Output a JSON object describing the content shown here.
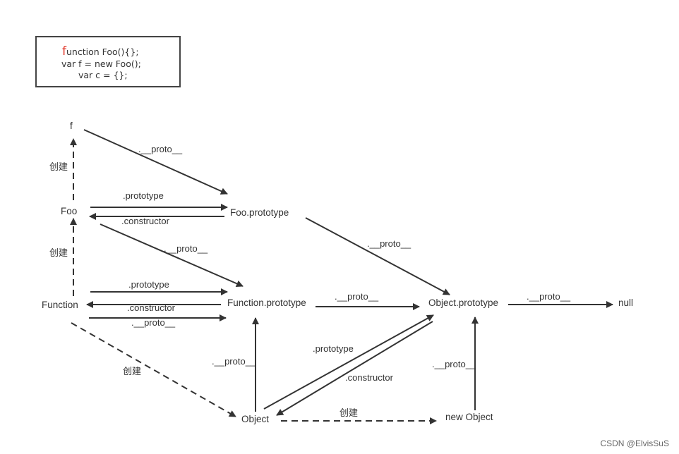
{
  "code": {
    "line1_first": "f",
    "line1_rest": "unction Foo(){};",
    "line2": "var f = new Foo();",
    "line3": "var c = {};"
  },
  "nodes": {
    "f": "f",
    "foo": "Foo",
    "function": "Function",
    "foo_prototype": "Foo.prototype",
    "function_prototype": "Function.prototype",
    "object_prototype": "Object.prototype",
    "null": "null",
    "object": "Object",
    "new_object": "new Object"
  },
  "edges": {
    "f_foo_proto": ".__proto__",
    "foo_prototype": ".prototype",
    "foo_constructor": ".constructor",
    "foo_proto": ".__proto__",
    "function_prototype": ".prototype",
    "function_constructor": ".constructor",
    "function_proto": ".__proto__",
    "fooproto_objproto": ".__proto__",
    "funcproto_objproto": ".__proto__",
    "objproto_null": ".__proto__",
    "object_funcproto": ".__proto__",
    "object_prototype": ".prototype",
    "object_constructor": ".constructor",
    "newobj_objproto": ".__proto__",
    "create_f": "创建",
    "create_foo": "创建",
    "create_object": "创建",
    "create_newobj": "创建"
  },
  "watermark": "CSDN @ElvisSuS",
  "colors": {
    "line": "#333333",
    "accent": "#e23b2e"
  }
}
